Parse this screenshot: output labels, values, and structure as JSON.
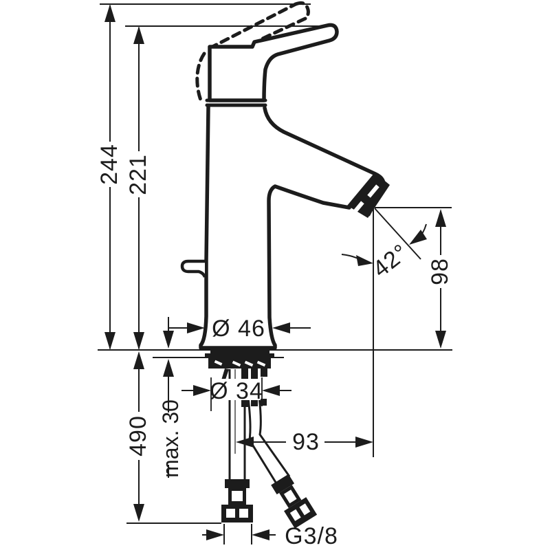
{
  "drawing": {
    "subject": "single-lever basin mixer tap - side view dimensional drawing",
    "units": "mm",
    "background": "#ffffff",
    "line_color": "#1c1c1c",
    "labels": {
      "overall_height": "244",
      "lever_height": "221",
      "hose_length": "490",
      "max_deck_thickness": "max. 30",
      "base_diameter": "Ø 46",
      "shank_diameter": "Ø 34",
      "spout_reach": "93",
      "spout_outlet_height": "98",
      "spout_angle": "42°",
      "thread_size": "G3/8"
    }
  }
}
